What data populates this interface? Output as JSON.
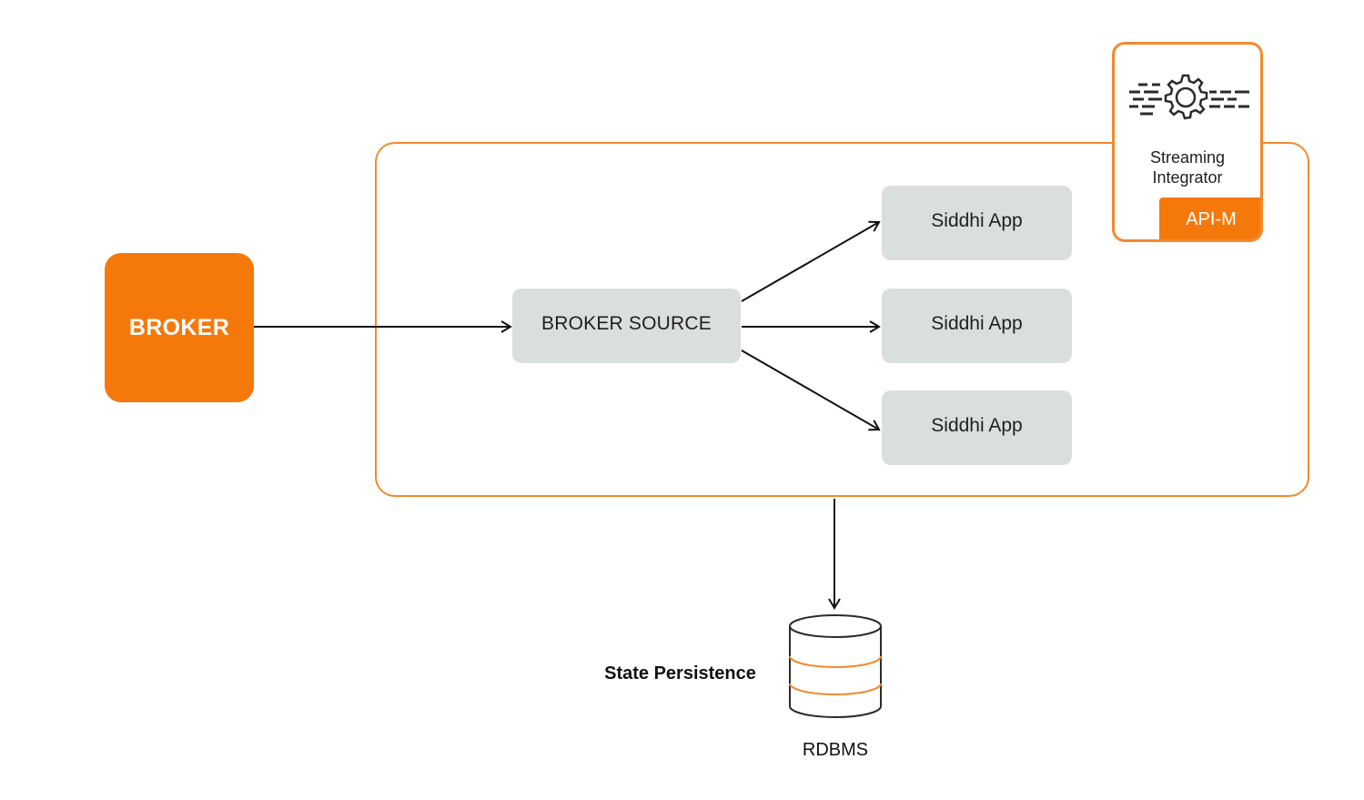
{
  "diagram": {
    "broker": {
      "label": "BROKER"
    },
    "broker_source": {
      "label": "BROKER SOURCE"
    },
    "siddhi_apps": [
      {
        "label": "Siddhi App"
      },
      {
        "label": "Siddhi App"
      },
      {
        "label": "Siddhi App"
      }
    ],
    "streaming_integrator": {
      "label_line1": "Streaming",
      "label_line2": "Integrator",
      "tag": "API-M",
      "icon": "gear-stream-icon"
    },
    "persistence": {
      "label": "State Persistence",
      "db_label": "RDBMS",
      "icon": "database-icon"
    },
    "colors": {
      "accent": "#f5790a",
      "border": "#f28a2e",
      "node_fill": "#d9e0dc",
      "line": "#111111"
    }
  }
}
